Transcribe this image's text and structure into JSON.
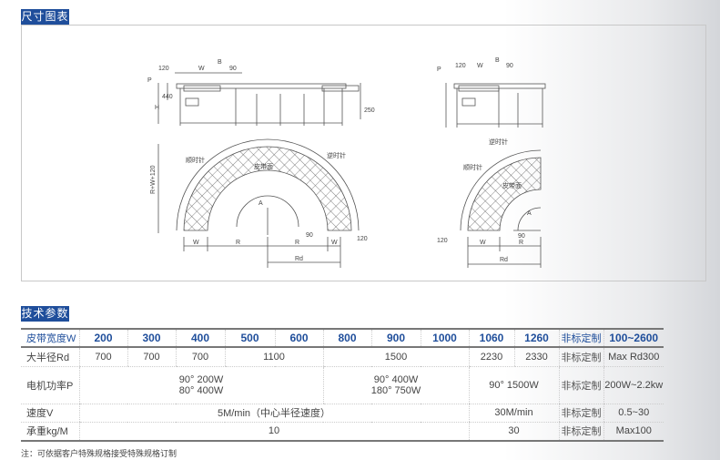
{
  "sections": {
    "dimensions": "尺寸图表",
    "specs": "技术参数"
  },
  "drawing": {
    "left": {
      "p": "P",
      "b": "B",
      "d120": "120",
      "w": "W",
      "d90": "90",
      "h": "H",
      "d440": "440",
      "d250": "250",
      "rw": "R+W+120",
      "cw": "顺时针",
      "ccw": "逆时针",
      "face": "皮带面",
      "a": "A",
      "w1": "W",
      "r1": "R",
      "r2": "R",
      "w2": "W",
      "d90b": "90",
      "d120b": "120",
      "rd": "Rd"
    },
    "right": {
      "p": "P",
      "b": "B",
      "d120": "120",
      "w": "W",
      "d90": "90",
      "cw": "顺时针",
      "ccw": "逆时针",
      "face": "皮带面",
      "a": "A",
      "d120b": "120",
      "w1": "W",
      "d90b": "90",
      "r": "R",
      "rd": "Rd"
    }
  },
  "table": {
    "header": [
      "皮带宽度W",
      "200",
      "300",
      "400",
      "500",
      "600",
      "800",
      "900",
      "1000",
      "1060",
      "1260",
      "非标定制",
      "100~2600"
    ],
    "rd": {
      "label": "大半径Rd",
      "v": [
        "700",
        "700",
        "700",
        "1100",
        "1500",
        "2230",
        "2330",
        "非标定制",
        "Max Rd300"
      ]
    },
    "power": {
      "label": "电机功率P",
      "a1": "90°  200W",
      "a2": "80°   400W",
      "b1": "90°  400W",
      "b2": "180°   750W",
      "c": "90°  1500W",
      "cust": "非标定制",
      "range": "200W~2.2kw"
    },
    "speed": {
      "label": "速度V",
      "a": "5M/min（中心半径速度）",
      "b": "30M/min",
      "cust": "非标定制",
      "range": "0.5~30"
    },
    "load": {
      "label": "承重kg/M",
      "a": "10",
      "b": "30",
      "cust": "非标定制",
      "range": "Max100"
    }
  },
  "note": "注：可依据客户特殊规格接受特殊规格订制"
}
